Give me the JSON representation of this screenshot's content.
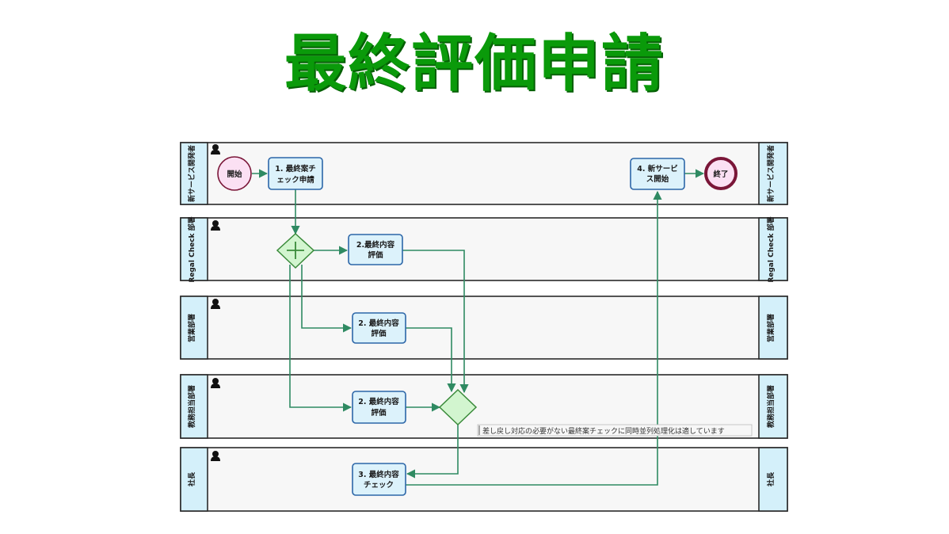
{
  "title": "最終評価申請",
  "lanes": [
    {
      "id": "lane-new-service",
      "label": "新サービス開発者"
    },
    {
      "id": "lane-regal-check",
      "label": "Regal Check 部署"
    },
    {
      "id": "lane-sales",
      "label": "営業部署"
    },
    {
      "id": "lane-accounting",
      "label": "教務担当部署"
    },
    {
      "id": "lane-president",
      "label": "社長"
    }
  ],
  "events": {
    "start": "開始",
    "end": "終了"
  },
  "tasks": {
    "t1": [
      "1. 最終案チ",
      "ェック申請"
    ],
    "t2a": [
      "2.最終内容",
      "評価"
    ],
    "t2b": [
      "2. 最終内容",
      "評価"
    ],
    "t2c": [
      "2. 最終内容",
      "評価"
    ],
    "t3": [
      "3. 最終内容",
      "チェック"
    ],
    "t4": [
      "4. 新サービ",
      "ス開始"
    ]
  },
  "annotation": "差し戻し対応の必要がない最終案チェックに同時並列処理化は適しています",
  "colors": {
    "title": "#0a9a0a",
    "flow": "#2f8a62",
    "task_fill": "#dcf2fb",
    "task_border": "#2c66a8",
    "gateway_fill": "#d2f5cf",
    "lane_header": "#d4f0fa",
    "start_fill": "#fbe0f3",
    "end_border": "#7a1638"
  },
  "icons": [
    "person-icon",
    "parallel-gateway-icon",
    "exclusive-gateway-icon"
  ]
}
